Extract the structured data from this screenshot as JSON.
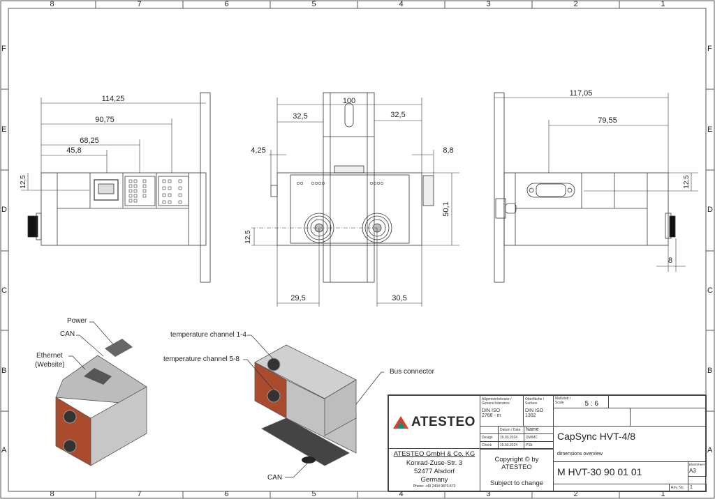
{
  "frame": {
    "columns": [
      "8",
      "7",
      "6",
      "5",
      "4",
      "3",
      "2",
      "1"
    ],
    "rows": [
      "F",
      "E",
      "D",
      "C",
      "B",
      "A"
    ]
  },
  "views": {
    "left_side": {
      "dims": [
        "114,25",
        "90,75",
        "68,25",
        "45,8",
        "12,5"
      ]
    },
    "front": {
      "dims": [
        "100",
        "32,5",
        "32,5",
        "4,25",
        "8,8",
        "50,1",
        "12,5",
        "29,5",
        "30,5"
      ]
    },
    "right_side": {
      "dims": [
        "117,05",
        "79,55",
        "12,5",
        "8"
      ]
    }
  },
  "callouts": {
    "power": "Power",
    "can_top": "CAN",
    "ethernet_line1": "Ethernet",
    "ethernet_line2": "(Website)",
    "temp_1_4": "temperature channel 1-4",
    "temp_5_8": "temperature channel 5-8",
    "bus_connector": "Bus connector",
    "can_bottom": "CAN"
  },
  "title_block": {
    "logo_text": "ATESTEO",
    "general_tolerance_label": "Allgemeintoleranz / General tolerance",
    "general_tolerance_value": "DIN ISO 2768 - m",
    "surface_label": "Oberfläche / Surface",
    "surface_value": "DIN ISO 1302",
    "scale_label": "Maßstab / Scale",
    "scale_value": "5 : 6",
    "date_header": "Datum / Date",
    "name_header": "Name",
    "design_label": "Design",
    "design_date": "15.03.2024",
    "design_name": "DM/MC",
    "check_label": "Check",
    "check_date": "15.03.2024",
    "check_name": "PSb",
    "company": "ATESTEO GmbH & Co. KG",
    "street": "Konrad-Zuse-Str. 3",
    "city": "52477 Alsdorf",
    "country": "Germany",
    "phone": "Phone: +49 2404 9870-570",
    "copyright": "Copyright © by ATESTEO",
    "subject": "Subject to change",
    "product_title": "CapSync HVT-4/8",
    "subtitle": "dimensions overview",
    "drawing_number": "M HVT-30 90 01 01",
    "sheet_label": "Blatt/Sheet",
    "sheet_value": "A3",
    "rev_label": "Rev. No.",
    "rev_value": "1"
  }
}
